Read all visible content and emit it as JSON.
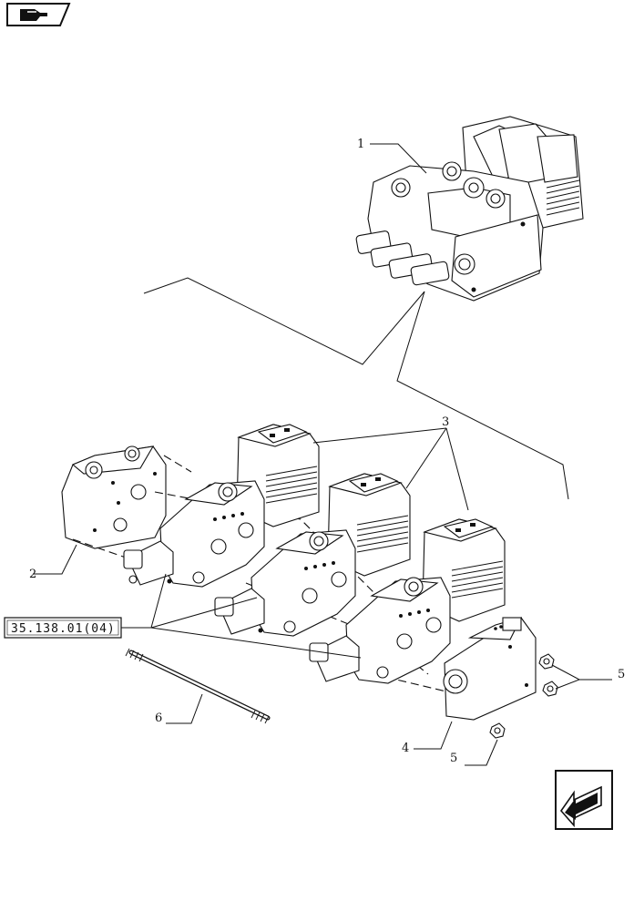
{
  "callouts": [
    {
      "id": "1",
      "text": "1"
    },
    {
      "id": "2",
      "text": "2"
    },
    {
      "id": "3",
      "text": "3"
    },
    {
      "id": "4",
      "text": "4"
    },
    {
      "id": "5a",
      "text": "5"
    },
    {
      "id": "5b",
      "text": "5"
    },
    {
      "id": "6",
      "text": "6"
    }
  ],
  "reference": "35.138.01(04)",
  "icons": {
    "top_left": "book-navigation-icon",
    "bottom_right": "back-arrow-navigation-icon"
  }
}
